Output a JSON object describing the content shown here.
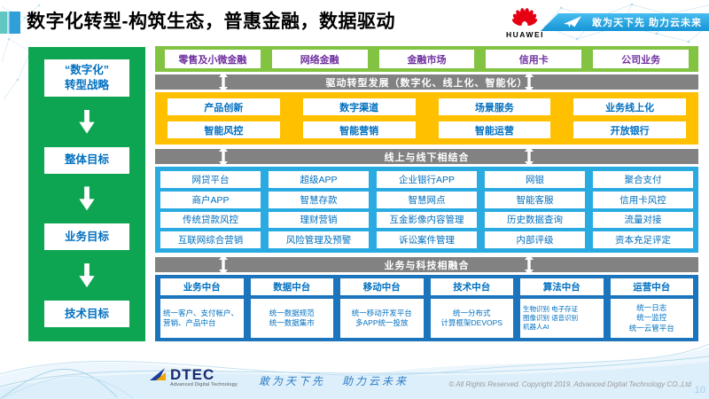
{
  "header": {
    "title": "数字化转型-构筑生态，普惠金融，数据驱动",
    "logo_text": "HUAWEI",
    "slogan": "敢为天下先 助力云未来"
  },
  "sidebar": {
    "items": [
      {
        "label": "“数字化”\n转型战略"
      },
      {
        "label": "整体目标"
      },
      {
        "label": "业务目标"
      },
      {
        "label": "技术目标"
      }
    ]
  },
  "business_lines": [
    "零售及小微金融",
    "网络金融",
    "金融市场",
    "信用卡",
    "公司业务"
  ],
  "banners": {
    "drive": "驱动转型发展（数字化、线上化、智能化）",
    "online_offline": "线上与线下相结合",
    "tech_fusion": "业务与科技相融合"
  },
  "transform_capabilities": {
    "row1": [
      "产品创新",
      "数字渠道",
      "场景服务",
      "业务线上化"
    ],
    "row2": [
      "智能风控",
      "智能营销",
      "智能运营",
      "开放银行"
    ]
  },
  "channel_matrix": {
    "rows": [
      [
        "网贷平台",
        "超级APP",
        "企业银行APP",
        "网银",
        "聚合支付"
      ],
      [
        "商户APP",
        "智慧存款",
        "智慧网点",
        "智能客服",
        "信用卡风控"
      ],
      [
        "传统贷款风控",
        "理财营销",
        "互金影像内容管理",
        "历史数据查询",
        "流量对接"
      ],
      [
        "互联网综合营销",
        "风险管理及预警",
        "诉讼案件管理",
        "内部评级",
        "资本充足评定"
      ]
    ]
  },
  "platforms": [
    {
      "title": "业务中台",
      "detail": "统一客户、支付帐户、营销、产品中台"
    },
    {
      "title": "数据中台",
      "detail": "统一数据规范\n统一数据集市"
    },
    {
      "title": "移动中台",
      "detail": "统一移动开发平台\n多APP统一投放"
    },
    {
      "title": "技术中台",
      "detail": "统一分布式\n计算框架DEVOPS"
    },
    {
      "title": "算法中台",
      "detail": "生物识别 电子存证\n图像识别 语音识别\n机器人AI"
    },
    {
      "title": "运营中台",
      "detail": "统一日志\n统一监控\n统一云管平台"
    }
  ],
  "footer": {
    "logo_text": "DTEC",
    "logo_subtext": "Advanced Digital Technology",
    "slogan": "敢为天下先   助力云未来",
    "copyright": "© All Rights Reserved. Copyright 2019. Advanced Digital Technology CO.,Ltd",
    "page_number": "10"
  },
  "colors": {
    "sidebar_green": "#0ea552",
    "band_green": "#82c341",
    "band_yellow": "#ffc000",
    "band_gray": "#828282",
    "band_light_blue": "#29abe2",
    "band_dark_blue": "#1c75bc",
    "text_purple": "#7030a0",
    "text_blue": "#0070c0",
    "huawei_red": "#e60012"
  }
}
